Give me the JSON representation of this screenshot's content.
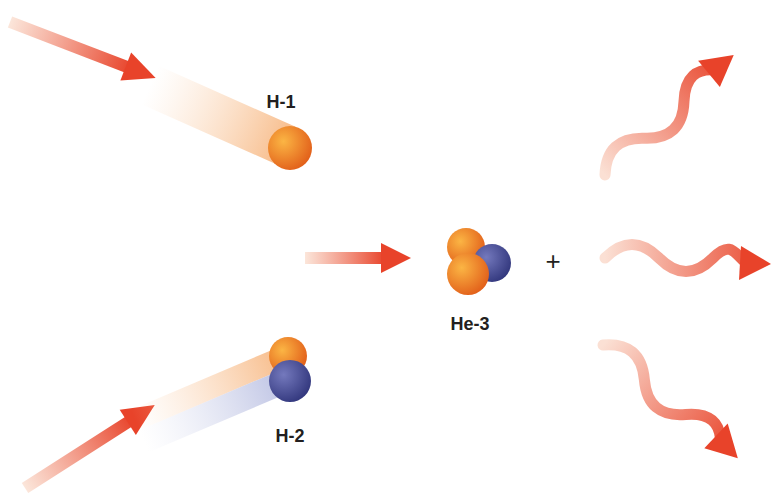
{
  "diagram": {
    "labels": [
      "H-1",
      "+",
      "He-3",
      "H-2"
    ]
  }
}
